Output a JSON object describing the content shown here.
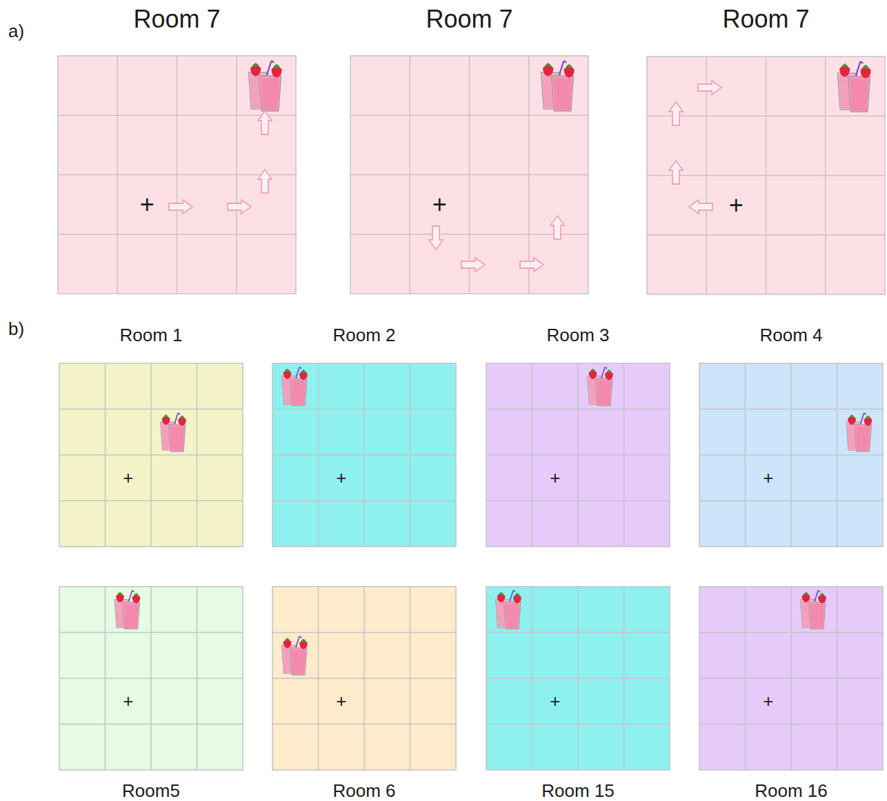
{
  "diagram": {
    "nodes": [
      {
        "text": [
          "Room 7",
          "+"
        ]
      },
      {
        "text": [
          "Room 7",
          "+"
        ]
      },
      {
        "text": [
          "Room 7",
          "+"
        ]
      },
      {
        "text": [
          "Room 1",
          "+"
        ]
      },
      {
        "text": [
          "Room 2",
          "+"
        ]
      },
      {
        "text": [
          "Room 3",
          "+"
        ]
      },
      {
        "text": [
          "Room 4",
          "+"
        ]
      },
      {
        "text": [
          "Room5",
          "+"
        ]
      },
      {
        "text": [
          "Room 6",
          "+"
        ]
      },
      {
        "text": [
          "Room 15",
          "+"
        ]
      },
      {
        "text": [
          "Room 16",
          "+"
        ]
      }
    ],
    "labels": [
      "a)",
      "b)"
    ]
  }
}
